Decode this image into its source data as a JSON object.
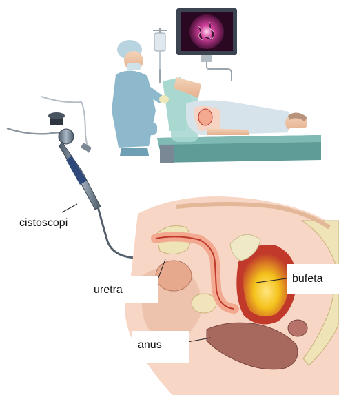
{
  "labels": {
    "cistoscopi": "cistoscopi",
    "uretra": "uretra",
    "bufeta": "bufeta",
    "anus": "anus"
  },
  "colors": {
    "skin": "#e9c1a4",
    "tissue_pink": "#f2a98f",
    "bladder_red": "#c0392b",
    "bladder_inner": "#f4c21c",
    "bone": "#efe3b8",
    "monitor_screen": "#b0207a",
    "scrubs": "#8eb8cc",
    "sheet": "#a9d8d0",
    "scope_metal": "#6f7f8f"
  }
}
